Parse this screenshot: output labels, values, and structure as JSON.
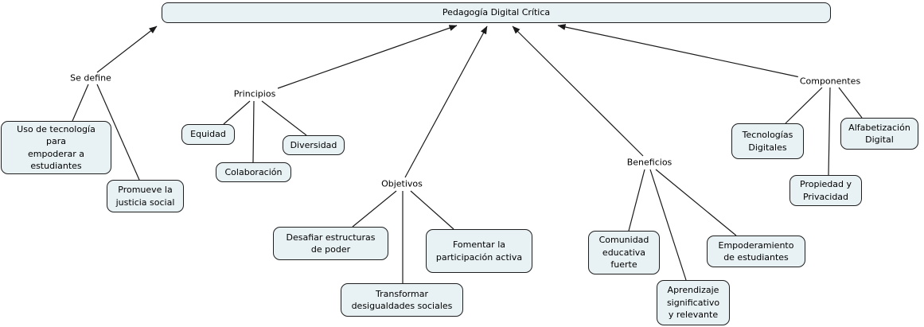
{
  "main_concept": {
    "label": "Pedagogía Digital Crítica"
  },
  "linking_phrases": {
    "se_define": "Se define",
    "principios": "Principios",
    "objetivos": "Objetivos",
    "beneficios": "Beneficios",
    "componentes": "Componentes"
  },
  "concepts": {
    "uso_tecnologia": "Uso de tecnología\npara\nempoderar a\nestudiantes",
    "promueve_justicia": "Promueve la\njusticia social",
    "equidad": "Equidad",
    "colaboracion": "Colaboración",
    "diversidad": "Diversidad",
    "desafiar": "Desafiar estructuras\nde poder",
    "transformar": "Transformar\ndesigualdades sociales",
    "fomentar": "Fomentar la\nparticipación activa",
    "comunidad": "Comunidad\neducativa\nfuerte",
    "aprendizaje": "Aprendizaje\nsignificativo\ny relevante",
    "empoderamiento": "Empoderamiento\nde estudiantes",
    "tecnologias": "Tecnologías\nDigitales",
    "propiedad": "Propiedad y\nPrivacidad",
    "alfabetizacion": "Alfabetización\nDigital"
  },
  "edges": [
    {
      "from": "Se define",
      "to": "Pedagogía Digital Crítica",
      "arrow": true
    },
    {
      "from": "Principios",
      "to": "Pedagogía Digital Crítica",
      "arrow": true
    },
    {
      "from": "Objetivos",
      "to": "Pedagogía Digital Crítica",
      "arrow": true
    },
    {
      "from": "Beneficios",
      "to": "Pedagogía Digital Crítica",
      "arrow": true
    },
    {
      "from": "Componentes",
      "to": "Pedagogía Digital Crítica",
      "arrow": true
    },
    {
      "from": "Se define",
      "to": "Uso de tecnología para empoderar a estudiantes",
      "arrow": false
    },
    {
      "from": "Se define",
      "to": "Promueve la justicia social",
      "arrow": false
    },
    {
      "from": "Principios",
      "to": "Equidad",
      "arrow": false
    },
    {
      "from": "Principios",
      "to": "Colaboración",
      "arrow": false
    },
    {
      "from": "Principios",
      "to": "Diversidad",
      "arrow": false
    },
    {
      "from": "Objetivos",
      "to": "Desafiar estructuras de poder",
      "arrow": false
    },
    {
      "from": "Objetivos",
      "to": "Transformar desigualdades sociales",
      "arrow": false
    },
    {
      "from": "Objetivos",
      "to": "Fomentar la participación activa",
      "arrow": false
    },
    {
      "from": "Beneficios",
      "to": "Comunidad educativa fuerte",
      "arrow": false
    },
    {
      "from": "Beneficios",
      "to": "Aprendizaje significativo y relevante",
      "arrow": false
    },
    {
      "from": "Beneficios",
      "to": "Empoderamiento de estudiantes",
      "arrow": false
    },
    {
      "from": "Componentes",
      "to": "Tecnologías Digitales",
      "arrow": false
    },
    {
      "from": "Componentes",
      "to": "Propiedad y Privacidad",
      "arrow": false
    },
    {
      "from": "Componentes",
      "to": "Alfabetización Digital",
      "arrow": false
    }
  ],
  "colors": {
    "node_fill": "#e8f1f3",
    "node_border": "#1f1f1f",
    "line": "#1a1a1a",
    "background": "#ffffff"
  }
}
